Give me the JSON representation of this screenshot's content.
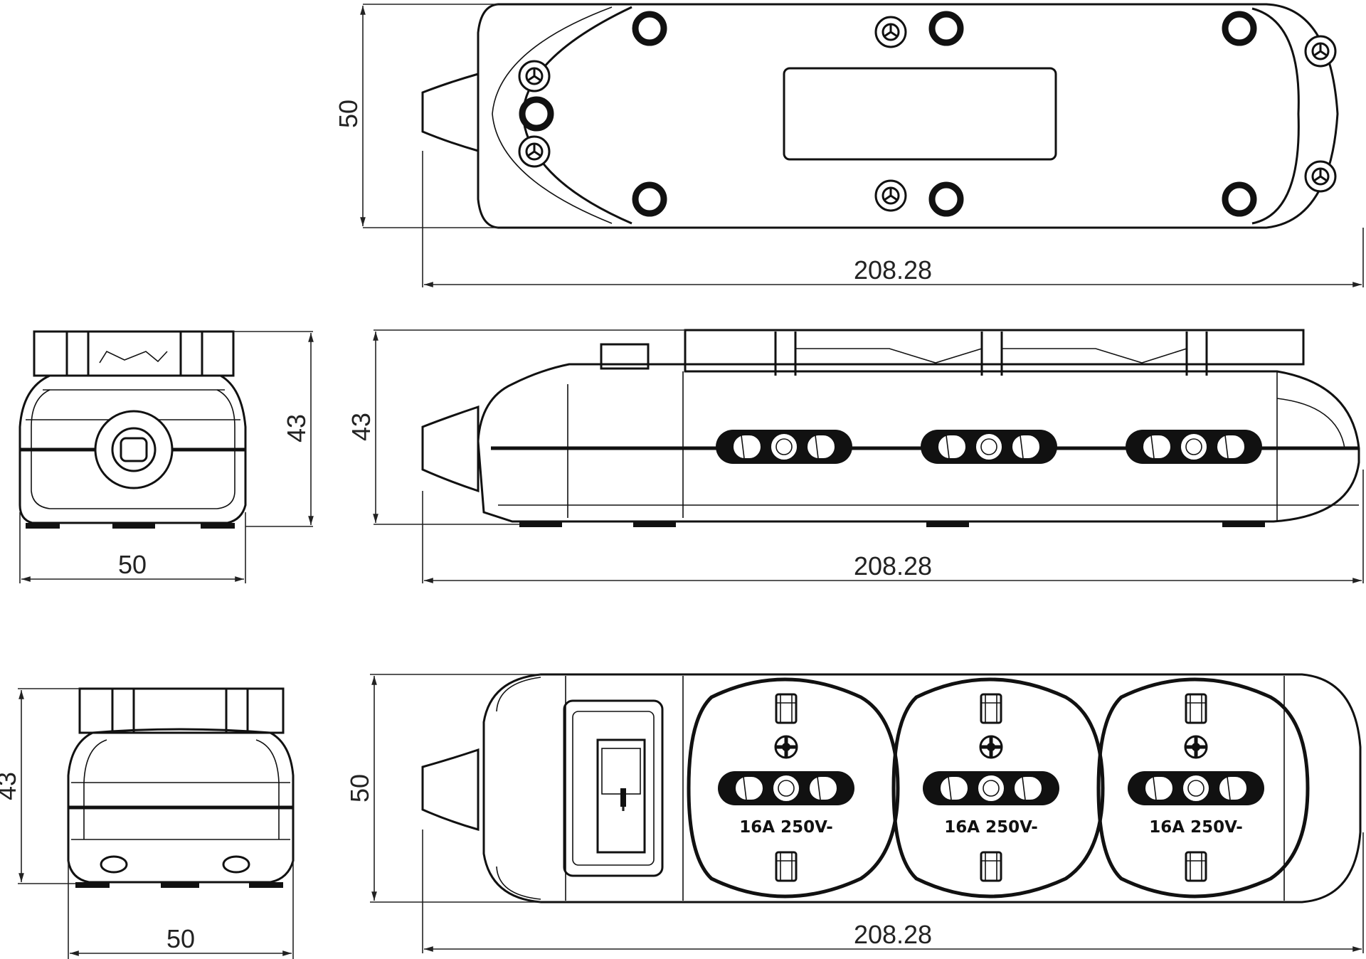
{
  "dimensions": {
    "top_view": {
      "width": "208.28",
      "depth": "50"
    },
    "side_view": {
      "width": "208.28",
      "height": "43"
    },
    "front_view": {
      "width": "208.28",
      "depth": "50"
    },
    "end_view_upper": {
      "width": "50",
      "height": "43"
    },
    "end_view_lower": {
      "width": "50",
      "height": "43"
    }
  },
  "sockets": [
    {
      "rating": "16A 250V-"
    },
    {
      "rating": "16A 250V-"
    },
    {
      "rating": "16A 250V-"
    }
  ],
  "switch": {
    "symbol": "i"
  },
  "colors": {
    "line": "#111111",
    "background": "#ffffff"
  }
}
